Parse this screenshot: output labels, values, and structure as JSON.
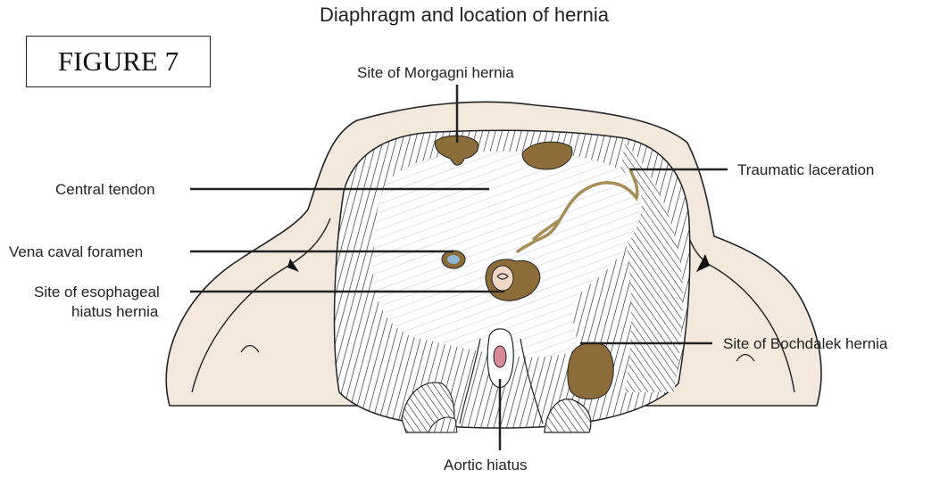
{
  "title": "Diaphragm and location of hernia",
  "figure_label": "FIGURE 7",
  "labels": {
    "morgagni": "Site of Morgagni hernia",
    "traumatic": "Traumatic laceration",
    "central_tendon": "Central tendon",
    "vena_caval": "Vena caval foramen",
    "esophageal_line1": "Site of esophageal",
    "esophageal_line2": "hiatus hernia",
    "bochdalek": "Site of Bochdalek hernia",
    "aortic": "Aortic hiatus"
  },
  "colors": {
    "skin": "#f3e8dc",
    "hernia": "#8c6d3a",
    "laceration": "#a88d57",
    "foramen": "#8fb5d6",
    "aorta": "#d98895",
    "line": "#222222"
  }
}
